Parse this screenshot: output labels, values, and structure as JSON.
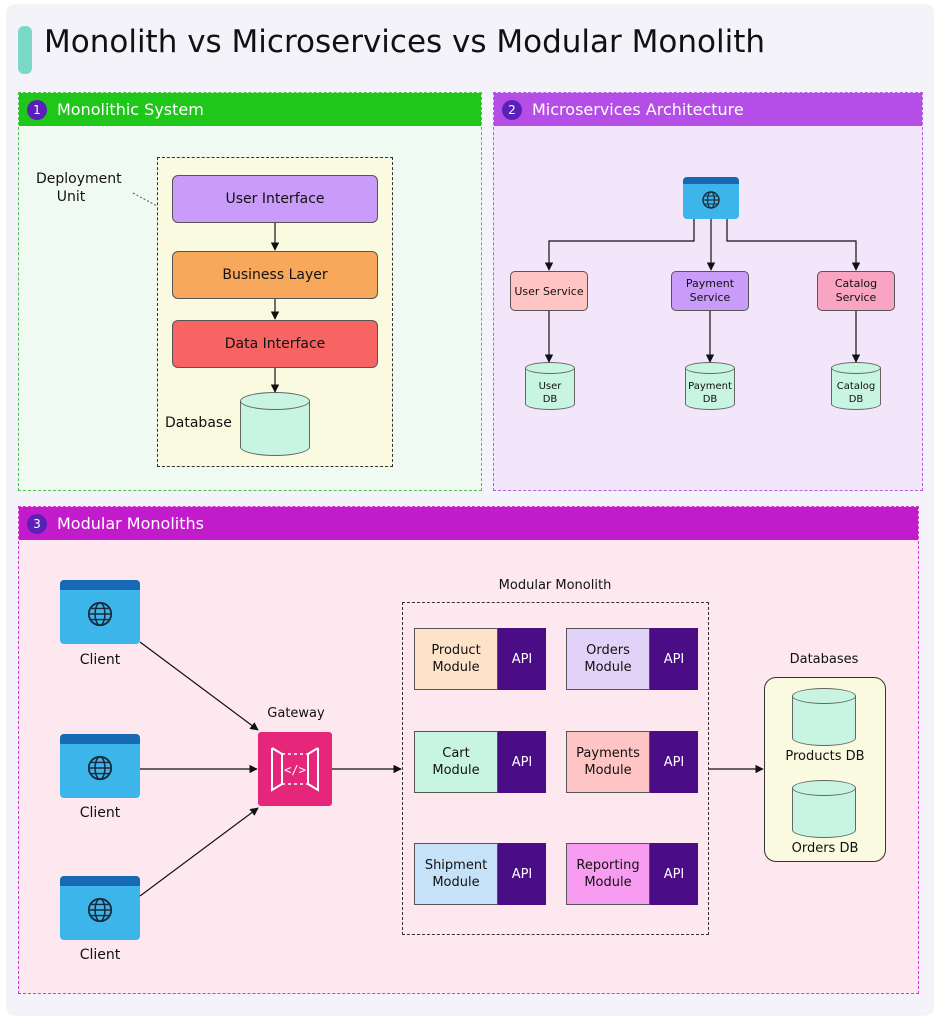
{
  "title": "Monolith vs Microservices vs Modular Monolith",
  "monolithic": {
    "number": "1",
    "title": "Monolithic System",
    "deployment_unit": "Deployment\nUnit",
    "layers": [
      "User Interface",
      "Business Layer",
      "Data Interface"
    ],
    "database": "Database"
  },
  "microservices": {
    "number": "2",
    "title": "Microservices Architecture",
    "services": [
      "User Service",
      "Payment\nService",
      "Catalog\nService"
    ],
    "dbs": [
      "User\nDB",
      "Payment\nDB",
      "Catalog\nDB"
    ]
  },
  "modular": {
    "number": "3",
    "title": "Modular Monoliths",
    "client_label": "Client",
    "gateway": "Gateway",
    "container_label": "Modular Monolith",
    "api_label": "API",
    "modules": [
      "Product\nModule",
      "Orders\nModule",
      "Cart\nModule",
      "Payments\nModule",
      "Shipment\nModule",
      "Reporting\nModule"
    ],
    "databases_label": "Databases",
    "dbs": [
      "Products DB",
      "Orders DB"
    ]
  },
  "colors": {
    "green_header": "#1ec71a",
    "purple_header": "#b44ee6",
    "magenta_header": "#c21bcb",
    "ui_layer": "#c89cf8",
    "business_layer": "#f8a85a",
    "data_layer": "#f76464",
    "db_fill": "#c8f5e2",
    "icon_blue": "#3cb6ea",
    "gateway_pink": "#e6267a",
    "api_purple": "#4a0d86"
  }
}
